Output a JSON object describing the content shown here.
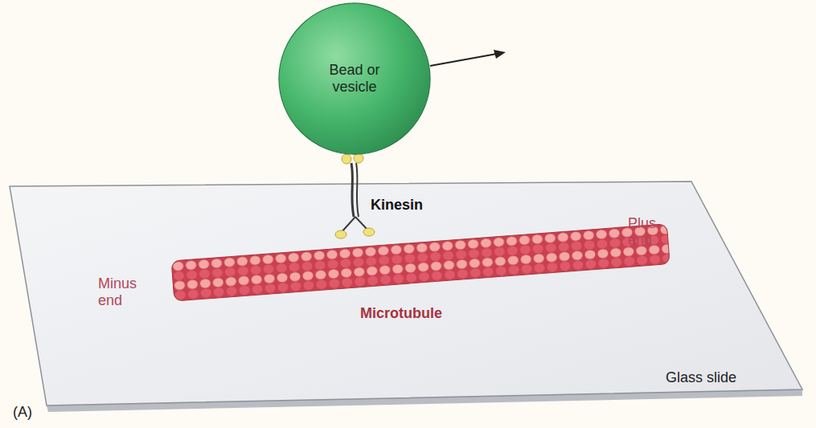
{
  "diagram": {
    "nodes": [
      {
        "text": [
          "Bead or vesicle"
        ]
      }
    ],
    "labels": [
      "Kinesin",
      "Plus end",
      "Minus end",
      "Microtubule",
      "Glass slide",
      "(A)"
    ]
  }
}
